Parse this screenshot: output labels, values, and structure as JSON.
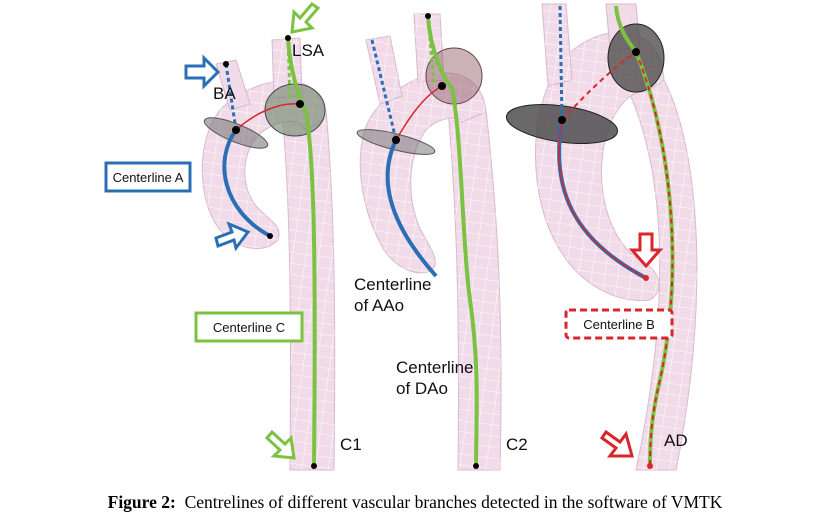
{
  "labels": {
    "lsa": "LSA",
    "ba": "BA",
    "centerline_a": "Centerline A",
    "centerline_c": "Centerline C",
    "centerline_b": "Centerline B",
    "c1": "C1",
    "c2": "C2",
    "ad": "AD",
    "centerline_aao_1": "Centerline",
    "centerline_aao_2": "of AAo",
    "centerline_dao_1": "Centerline",
    "centerline_dao_2": "of DAo"
  },
  "caption": {
    "prefix": "Figure 2:",
    "text": "Centrelines of different vascular branches detected in the software of VMTK"
  },
  "colors": {
    "vessel_fill": "#f1dbe8",
    "mesh": "#ffffff",
    "blue": "#2a6fb5",
    "green": "#7cc242",
    "red": "#d9262c",
    "dark_red": "#b0262c"
  }
}
